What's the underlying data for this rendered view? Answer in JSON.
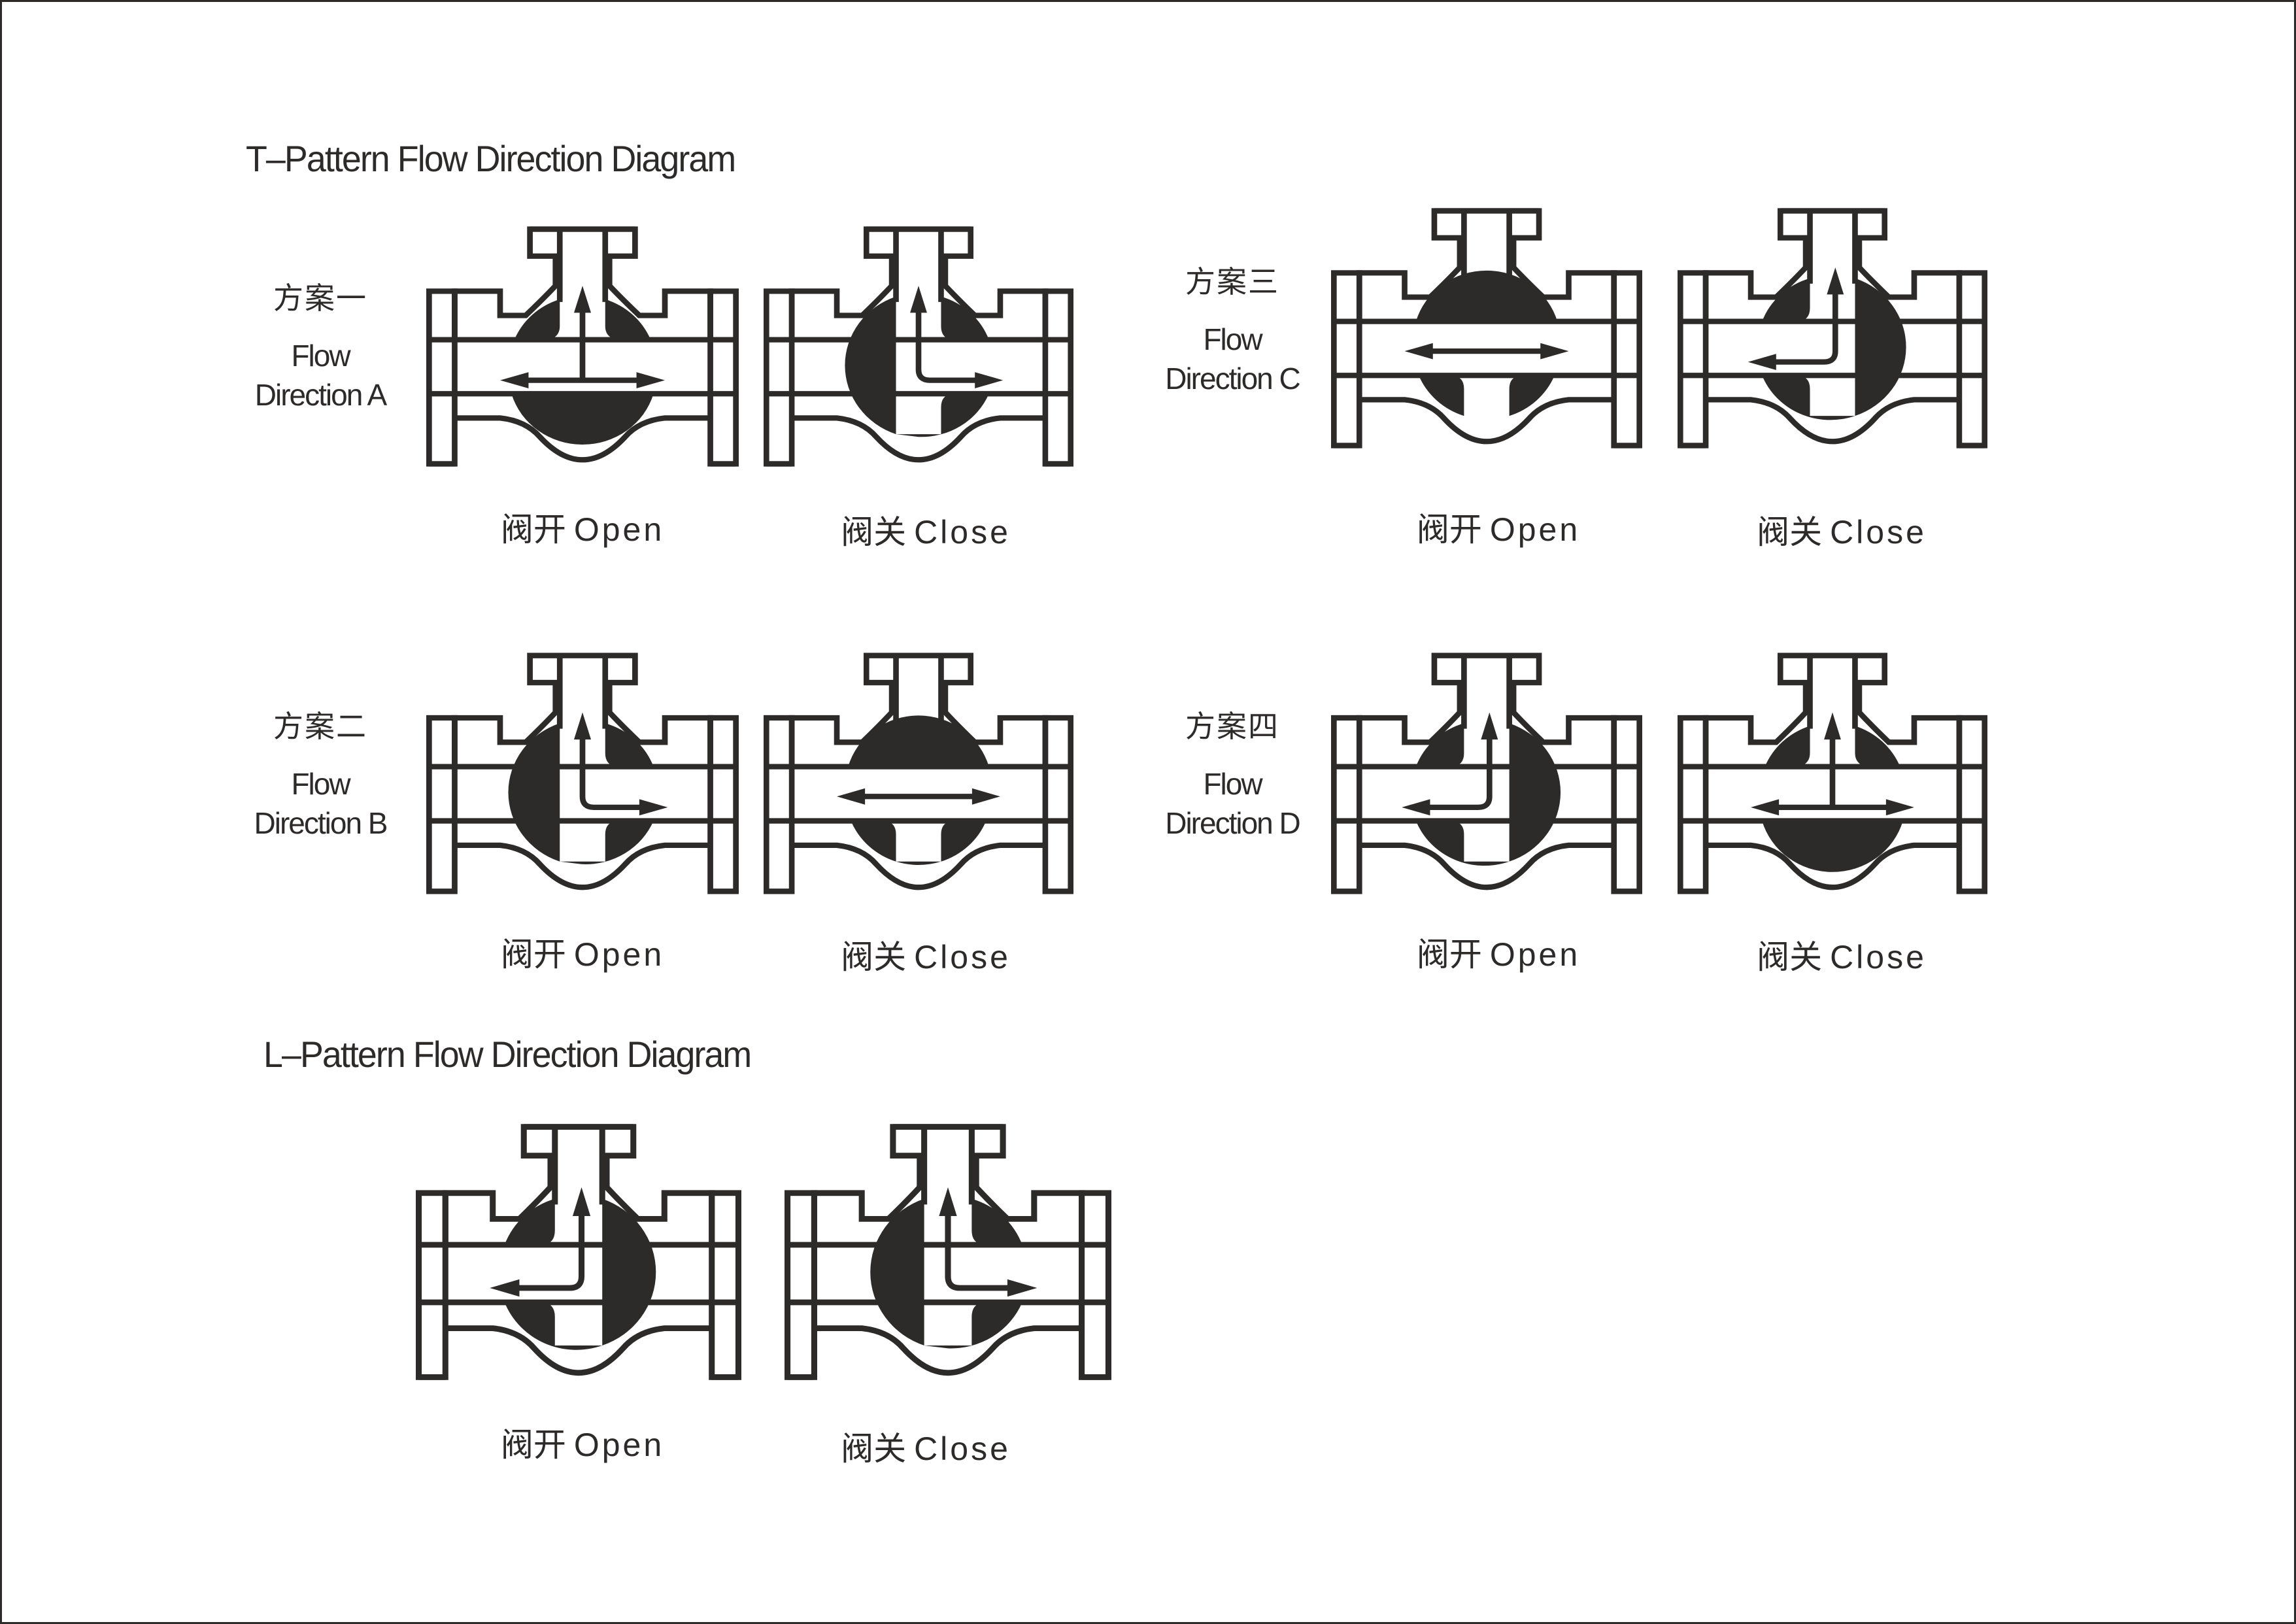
{
  "colors": {
    "ink": "#2d2a2a",
    "ball": "#2d2a2a",
    "background": "#ffffff"
  },
  "t_pattern": {
    "title": "T–Pattern Flow Direction Diagram",
    "schemes": [
      {
        "id": "A",
        "cn": "方案一",
        "en_line1": "Flow",
        "en_line2": "Direction A",
        "open": {
          "label_cn": "阀开",
          "label_en": "Open",
          "ball": "T-bore-up",
          "arrows": "left-right-up"
        },
        "close": {
          "label_cn": "阀关",
          "label_en": "Close",
          "ball": "L-bore-up-right",
          "arrows": "up-right"
        }
      },
      {
        "id": "B",
        "cn": "方案二",
        "en_line1": "Flow",
        "en_line2": "Direction B",
        "open": {
          "label_cn": "阀开",
          "label_en": "Open",
          "ball": "L-bore-up-right",
          "arrows": "up-right"
        },
        "close": {
          "label_cn": "阀关",
          "label_en": "Close",
          "ball": "T-bore-down",
          "arrows": "left-right"
        }
      },
      {
        "id": "C",
        "cn": "方案三",
        "en_line1": "Flow",
        "en_line2": "Direction C",
        "open": {
          "label_cn": "阀开",
          "label_en": "Open",
          "ball": "T-bore-down",
          "arrows": "left-right"
        },
        "close": {
          "label_cn": "阀关",
          "label_en": "Close",
          "ball": "L-bore-up-left",
          "arrows": "up-left"
        }
      },
      {
        "id": "D",
        "cn": "方案四",
        "en_line1": "Flow",
        "en_line2": "Direction D",
        "open": {
          "label_cn": "阀开",
          "label_en": "Open",
          "ball": "L-bore-up-left",
          "arrows": "up-left"
        },
        "close": {
          "label_cn": "阀关",
          "label_en": "Close",
          "ball": "T-bore-up",
          "arrows": "left-right-up"
        }
      }
    ]
  },
  "l_pattern": {
    "title": "L–Pattern Flow Direction Diagram",
    "open": {
      "label_cn": "阀开",
      "label_en": "Open",
      "ball": "L-bore-up-left",
      "arrows": "up-left"
    },
    "close": {
      "label_cn": "阀关",
      "label_en": "Close",
      "ball": "L-bore-up-right",
      "arrows": "up-right"
    }
  }
}
